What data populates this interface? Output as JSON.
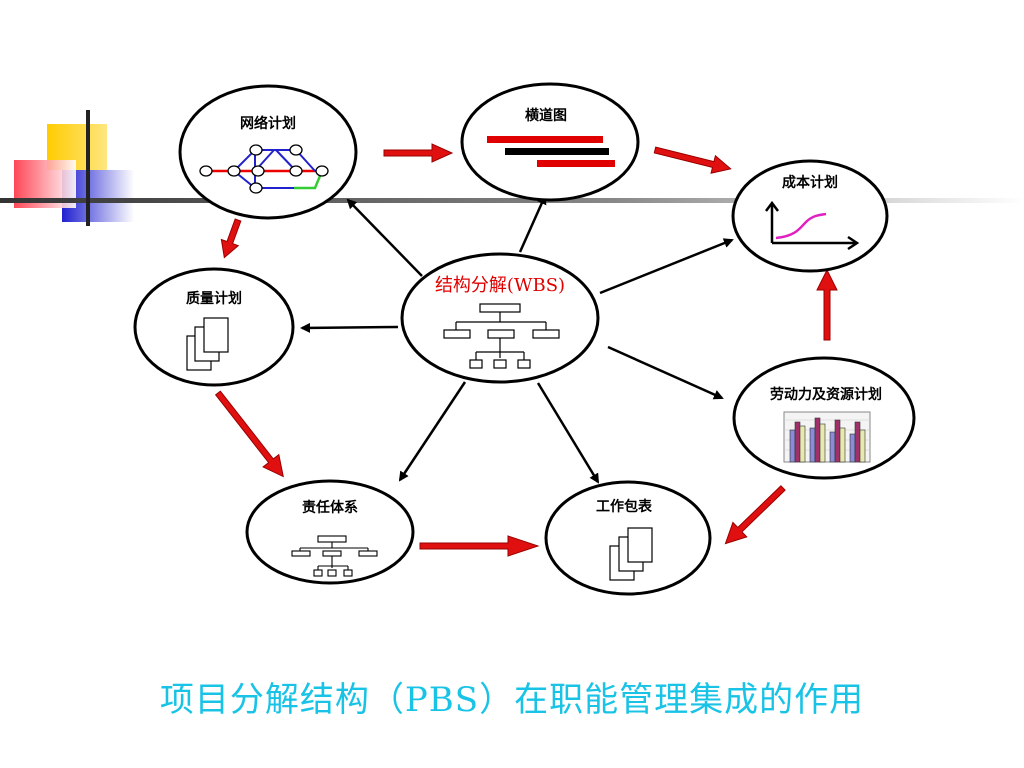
{
  "slide": {
    "caption": "项目分解结构（PBS）在职能管理集成的作用"
  },
  "nodes": {
    "network_plan": "网络计划",
    "gantt": "横道图",
    "cost_plan": "成本计划",
    "quality_plan": "质量计划",
    "wbs": "结构分解(WBS)",
    "labor_resource_plan": "劳动力及资源计划",
    "responsibility_system": "责任体系",
    "work_package": "工作包表"
  },
  "colors": {
    "accent_red": "#e00000",
    "arrow_red": "#e01010",
    "caption_cyan": "#19c3e6",
    "deco_yellow": "#ffd21f",
    "deco_blue": "#2b2bd6",
    "deco_red": "#ff3b4a"
  },
  "icons": [
    "network-diagram-icon",
    "gantt-bars-icon",
    "s-curve-chart-icon",
    "documents-icon",
    "org-chart-icon",
    "bar-chart-icon"
  ]
}
